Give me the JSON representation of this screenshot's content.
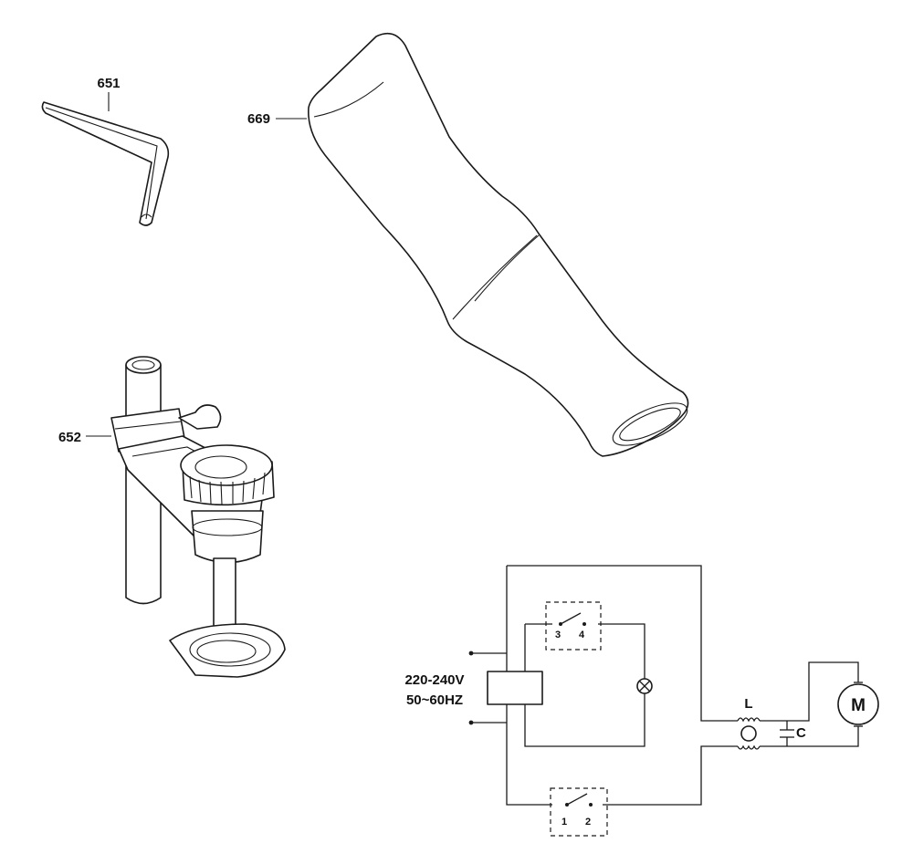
{
  "parts": [
    {
      "id": "651",
      "label": "651",
      "icon": "hex-key-icon"
    },
    {
      "id": "669",
      "label": "669",
      "icon": "nozzle-icon"
    },
    {
      "id": "652",
      "label": "652",
      "icon": "depth-stop-icon"
    }
  ],
  "circuit": {
    "supply_voltage": "220-240V",
    "supply_frequency": "50~60HZ",
    "switch_a_pins": [
      "3",
      "4"
    ],
    "switch_b_pins": [
      "1",
      "2"
    ],
    "inductor_label": "L",
    "capacitor_label": "C",
    "motor_label": "M"
  }
}
